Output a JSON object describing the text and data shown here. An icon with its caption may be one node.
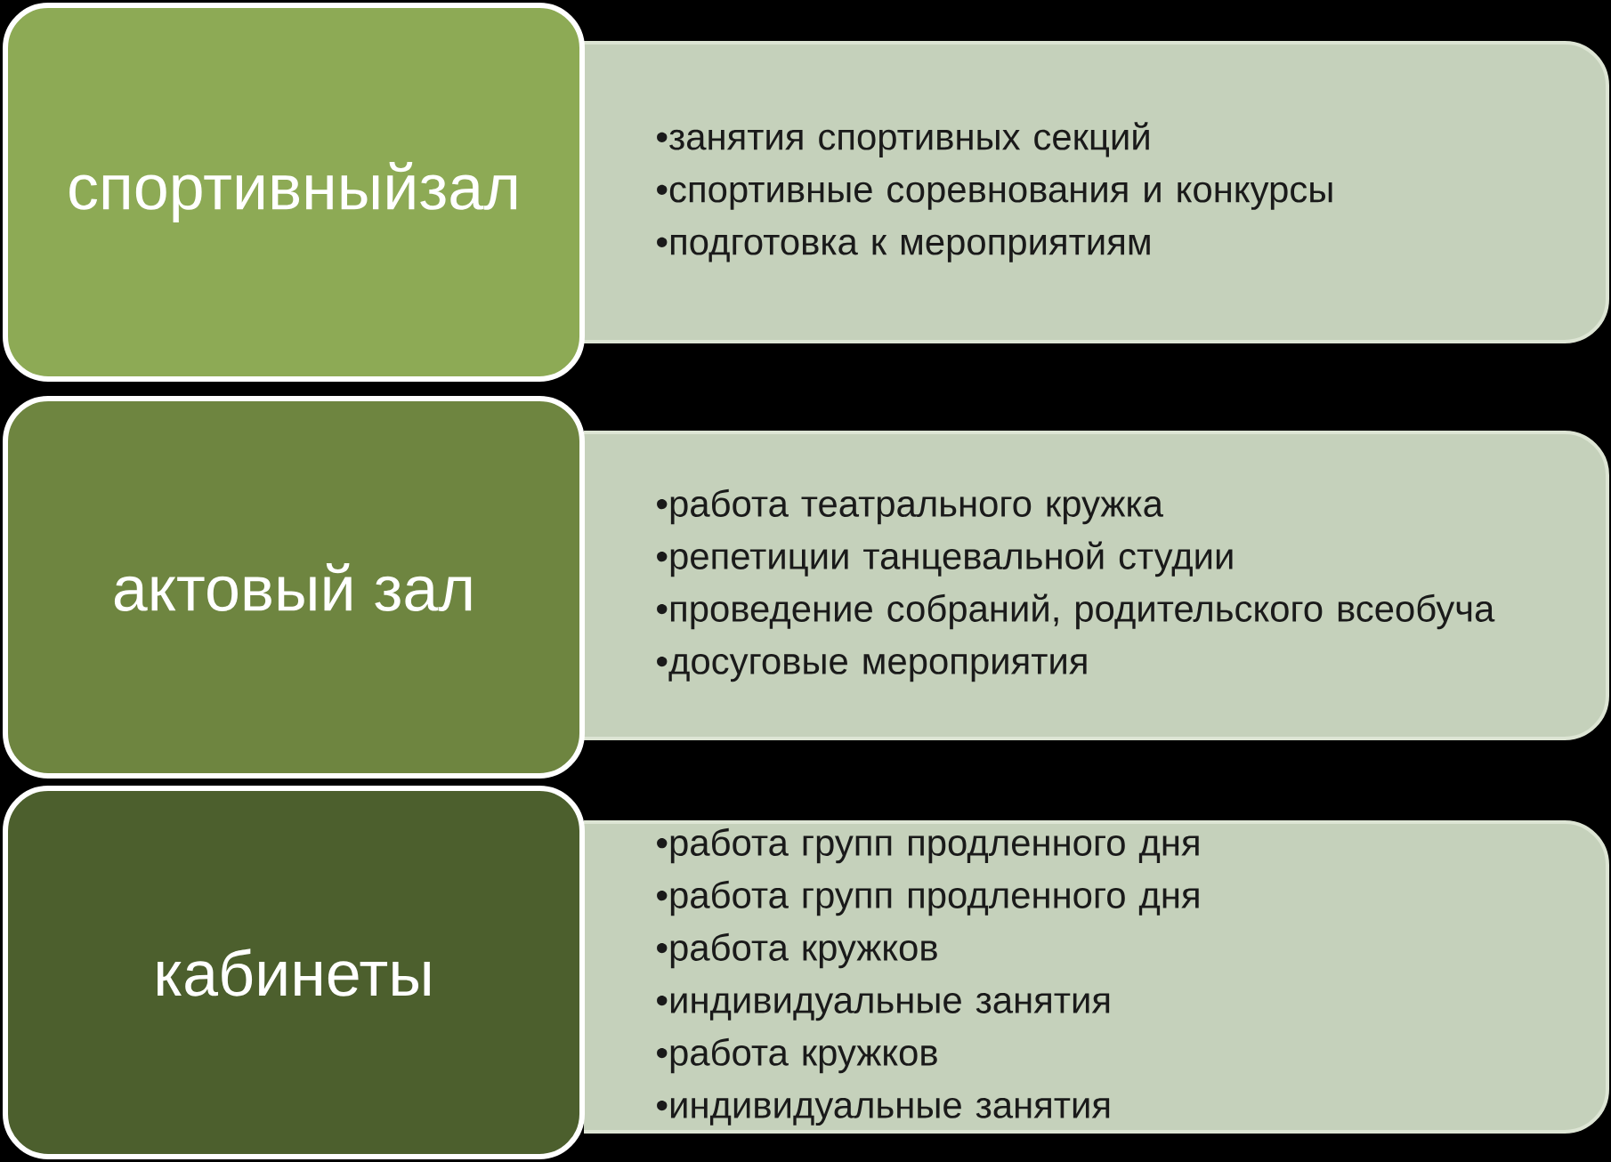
{
  "diagram": {
    "nodes": [
      {
        "text": [
          "спортивныйзал"
        ]
      },
      {
        "text": [
          "•занятия спортивных секций",
          "•спортивные соревнования и конкурсы",
          "•подготовка к мероприятиям"
        ]
      },
      {
        "text": [
          "актовый зал"
        ]
      },
      {
        "text": [
          "•работа театрального кружка",
          "•репетиции танцевальной студии",
          "•проведение собраний, родительского всеобуча",
          "•досуговые мероприятия"
        ]
      },
      {
        "text": [
          "кабинеты"
        ]
      },
      {
        "text": [
          "•работа групп продленного дня",
          "•работа групп продленного дня",
          "•работа кружков",
          "•индивидуальные занятия",
          "•работа кружков",
          "•индивидуальные занятия"
        ]
      }
    ]
  }
}
